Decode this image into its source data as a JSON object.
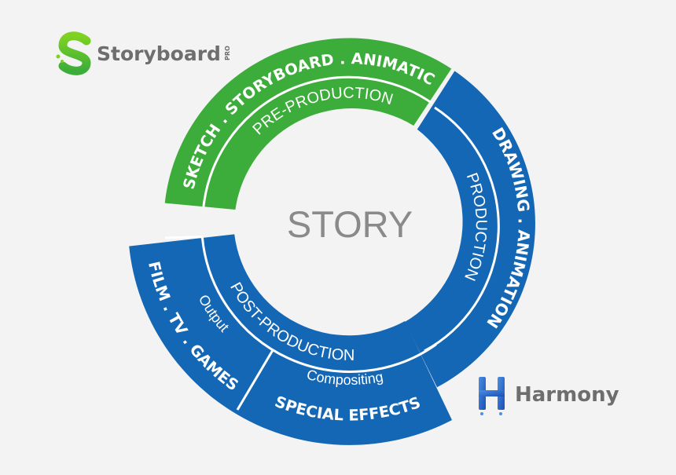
{
  "center_label": "STORY",
  "colors": {
    "background": "#f3f3f3",
    "green": "#3cac3a",
    "blue": "#1467b5",
    "text_gray": "#8a8a8a",
    "white": "#ffffff",
    "harmony_blue": "#2a6fd6"
  },
  "logos": {
    "storyboard": {
      "name": "Storyboard",
      "badge": "PRO",
      "icon": "storyboard-s-icon"
    },
    "harmony": {
      "name": "Harmony",
      "icon": "harmony-h-icon"
    }
  },
  "segments": {
    "pre_production": {
      "stage": "PRE-PRODUCTION",
      "activities": "SKETCH . STORYBOARD . ANIMATIC",
      "color": "green"
    },
    "production": {
      "stage": "PRODUCTION",
      "activities": "DRAWING . ANIMATION",
      "color": "blue"
    },
    "post_production": {
      "stage": "POST-PRODUCTION",
      "sub_output": "Output",
      "sub_compositing": "Compositing",
      "activities_output": "FILM . TV . GAMES",
      "activities_compositing": "SPECIAL EFFECTS",
      "color": "blue"
    }
  }
}
